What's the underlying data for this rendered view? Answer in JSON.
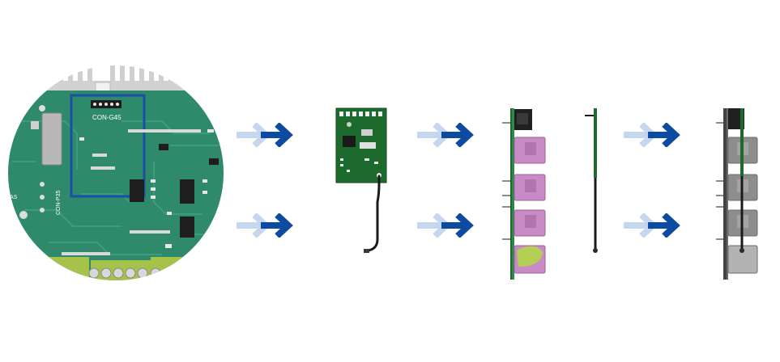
{
  "board_labels": {
    "connector_main": "CON-G45",
    "connector_side": "CON-P35",
    "edge_text": "AS"
  },
  "colors": {
    "pcb_green": "#2e8a6a",
    "pcb_dark": "#1f6a4f",
    "module_green": "#1d6b2c",
    "arrow_dark": "#0d4ba0",
    "arrow_light": "#c5d7ee",
    "magenta_part": "#c98bc6",
    "grey_part": "#8d8d8d",
    "terminal_green": "#a6c24a"
  },
  "icons": [
    "arrow-right-icon",
    "circuit-board-closeup",
    "radio-module-with-antenna",
    "module-side-profile",
    "antenna-wire-side",
    "assembled-unit-side"
  ]
}
